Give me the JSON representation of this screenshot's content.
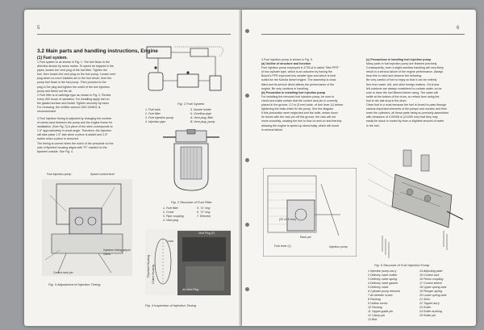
{
  "left_page": {
    "page_number": "5",
    "section_title": "3.2  Main parts and handling instructions, Engine",
    "subsection": "(1)  Fuel system.",
    "intro_lines": [
      "1  Fuel system is as shown in Fig. 1. The fuel flows in the",
      "direction shown by arrow marks. To speed air trapped in the",
      "pipes, loosen the vent plug of the fuel filter. Tighten the",
      "fuel, then loosen the vent plug on the fuel pump; Loosen vent",
      "plug when no more bubbles are in the fuel whole, then the",
      "pump fuel flows in the fuel pump. Then proceed to the",
      "plug in the plug and tighten the outlet of the fuel injection",
      "pump and bleed out the air.",
      "2  Fuel filter is of cartridge type as shown in Fig. 2. Renew",
      "every 400 hours of operation. For installing apply fuel on",
      "the gasket surface and install. Tighten securely by hand.",
      "For renewing, the oil filter wrench 1507-049811 is",
      "recommended."
    ],
    "timing_lines": [
      "3  Fuel injection timing is adjusted by changing the number",
      "of shims used between the pump and the engine frame for",
      "installation. (See Fig. 3) A piece of the shim corresponds to",
      "1.5° approximately in crank angle. Therefore, the injection",
      "will take place 1.5° late when a piece is added and 1.5°",
      "earlier when a piece is removed.",
      "The timing is correct when the notch of the peephole on the",
      "side of flywheel housing aligns with \"FI\" marked on the",
      "flywheel outside. See Fig. 4."
    ],
    "fig1": {
      "caption": "Fig. 1  Fuel System",
      "legend_left": [
        "1. Fuel tank",
        "2. Fuel filter",
        "3. Fuel injection pump",
        "4. Injection pipe"
      ],
      "legend_right": [
        "5. Nozzle holder",
        "6. Overflow pipe",
        "A: Vent plug, filter",
        "B: Vent plug, pump"
      ]
    },
    "fig2": {
      "caption": "Fig. 2  Structure of Fuel Filter",
      "legend_left": [
        "1. Fuel filter",
        "2. Cover",
        "3. Pipe coupling",
        "4. Vent plug"
      ],
      "legend_right": [
        "5. \"O\" ring",
        "6. \"O\" ring",
        "7. Element"
      ]
    },
    "fig3": {
      "caption": "Fig. 3  Adjustment of Injection Timing",
      "labels": {
        "pump": "Fuel injection pump",
        "lever": "Speed control lever",
        "shims": "Injection timing adjust shims",
        "rack": "Control rack pin"
      }
    },
    "fig4": {
      "caption": "Fig. 4  Inspection of Injection Timing",
      "labels": {
        "cover": "Cover",
        "housing": "Flywheel Housing",
        "clutch": "Clutch Housing",
        "vent": "Vent Plug (F)",
        "air": "Air Vent Plug"
      }
    }
  },
  "right_page": {
    "page_number": "6",
    "col1_intro": "4  Fuel injection pump is shown in Fig. 5.",
    "col1_a": "(a)   Outline of structure and function",
    "col1_a_lines": [
      "Fuel injection pump employed in Z750-A is called \"Mini PFR\"",
      "of two cylinder type, which is an outcome by having the",
      "Bosch's PFR improved into smaller type and which is best",
      "suited for the Kubota diesel engine. The assembly is close",
      "fitted and its service direct affects the performance of the",
      "engine. Be very cautious in handling."
    ],
    "col1_b": "(b)   Precaution in installing fuel injection pump",
    "col1_b_lines": [
      "For installing the removed fuel injection pump, be sure to",
      "check and make certain that the control rack pin is correctly",
      "placed in the groove, 0.2 in (5 mm) wide, of fork lever (1) before",
      "tightening the bolts which fix the pump. See the diagram.",
      "If this precaution were neglected and the bolts, drawn down",
      "be forces with the rack pin off this groove, the rack will not",
      "move smoothly, causing the fuel to flow on and on and thereby",
      "allowing the engine to speed up abnormally, which will result",
      "in serious failure."
    ],
    "col2_c": "(c)   Precautions in handling fuel injection pump",
    "col2_c_lines": [
      "Many parts in fuel injection pump are finished precisely.",
      "Consequently, even a slight careless handling will very likely",
      "result in a serious failure of the engine performance. Always",
      "bear this in mind and observe the following:",
      "Be very careful of fuel to enjoy so that it can be entirely",
      "free from water, dirt, and other foreign matters. Oil drums",
      "left outdoors are always considered to contain water, so be",
      "sure to have the fuel filtered before using. The water will",
      "settle at the bottom of the drum, so refrain from using the",
      "fuel to the last drop in the drum.",
      "Clean fuel is a must because the fuel is forced to pass through",
      "various important elements of the pumps and nozzles and then",
      "enter the cylinders, all these parts being so precisely assembled",
      "with clearance of 0.00008 in (1/1000 mm) that they may",
      "easily be stuck or rusted by even a slightest amount of water",
      "in the fuel."
    ],
    "fig_small": {
      "labels": {
        "width": "(20 ±0.5 mm)",
        "rack": "Rack pin",
        "lever": "Fork lever (1)",
        "pump": "Injection pump"
      }
    },
    "fig5": {
      "caption": "Fig. 5  Structure of Fuel Injection Pump",
      "legend_left": [
        "1   Injection pump ass'y",
        "2   Delivery valve holder",
        "3   Delivery valve spring",
        "4   Delivery valve gasket",
        "5   Delivery valve",
        "6   Cylinder pump element",
        "7   Air bleeder screw",
        "8   Packing",
        "9   Hollow screw",
        "10  Packing",
        "11  Tappet guide pin",
        "12  Clamp pin",
        "13  Bolt"
      ],
      "legend_right": [
        "14  Adjusting plate",
        "15  Control rack",
        "16  Pinion coupling",
        "17  Control sleeve",
        "18  Upper spring seat",
        "19  Plunger spring",
        "20  Lower spring seat",
        "21  Shim",
        "22  Tappet ass'y",
        "23  Roller",
        "24  Roller bushing",
        "25  Roller pin"
      ]
    }
  }
}
